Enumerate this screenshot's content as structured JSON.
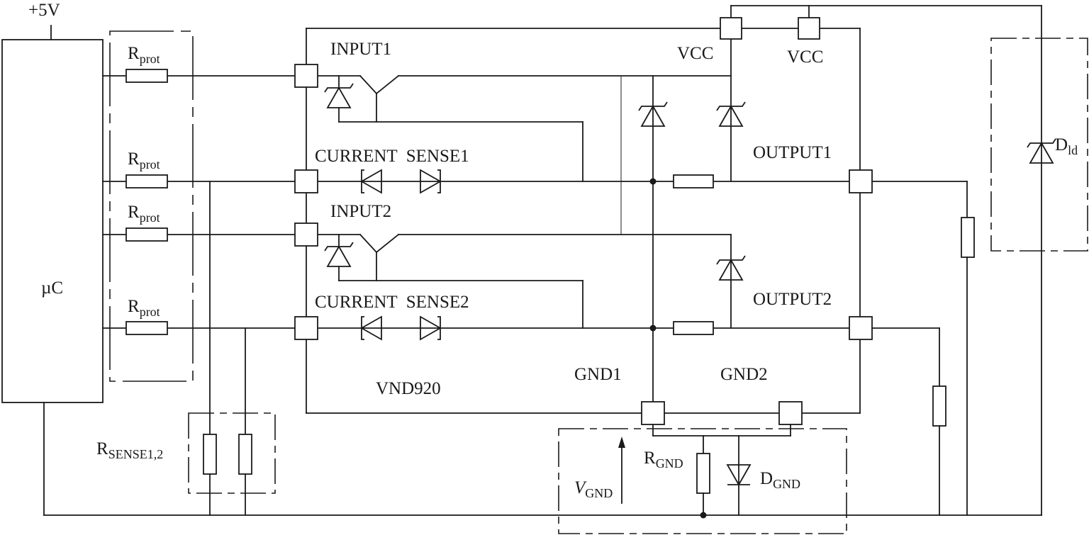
{
  "labels": {
    "supply": "+5V",
    "mcu": "µC",
    "rprot": "R",
    "rprot_sub": "prot",
    "input1": "INPUT1",
    "input2": "INPUT2",
    "cs1": "CURRENT  SENSE1",
    "cs2": "CURRENT  SENSE2",
    "vcc_a": "VCC",
    "vcc_b": "VCC",
    "out1": "OUTPUT1",
    "out2": "OUTPUT2",
    "gnd1": "GND1",
    "gnd2": "GND2",
    "chip": "VND920",
    "rsense": "R",
    "rsense_sub": "SENSE1,2",
    "rgnd": "R",
    "rgnd_sub": "GND",
    "dgnd": "D",
    "dgnd_sub": "GND",
    "vgnd": "V",
    "vgnd_sub": "GND",
    "dld": "D",
    "dld_sub": "ld"
  }
}
